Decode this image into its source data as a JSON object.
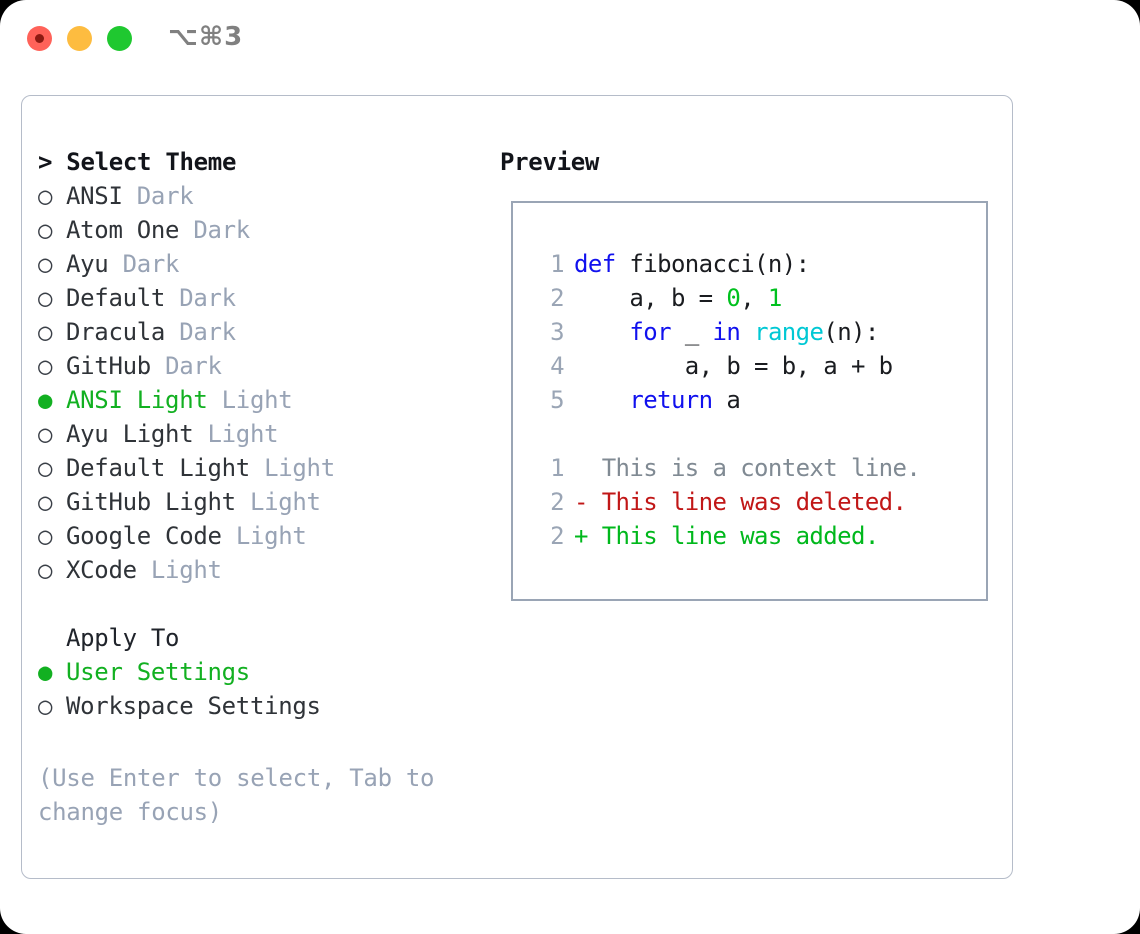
{
  "titlebar": {
    "shortcut": "⌥⌘3",
    "buttons": {
      "close": "close",
      "minimize": "minimize",
      "maximize": "maximize"
    }
  },
  "theme_panel": {
    "header": "> Select Theme",
    "selected_bullet": "●",
    "unselected_bullet": "○",
    "items": [
      {
        "bullet": "○",
        "name": "ANSI",
        "kind": "Dark",
        "selected": false
      },
      {
        "bullet": "○",
        "name": "Atom One",
        "kind": "Dark",
        "selected": false
      },
      {
        "bullet": "○",
        "name": "Ayu",
        "kind": "Dark",
        "selected": false
      },
      {
        "bullet": "○",
        "name": "Default",
        "kind": "Dark",
        "selected": false
      },
      {
        "bullet": "○",
        "name": "Dracula",
        "kind": "Dark",
        "selected": false
      },
      {
        "bullet": "○",
        "name": "GitHub",
        "kind": "Dark",
        "selected": false
      },
      {
        "bullet": "●",
        "name": "ANSI Light",
        "kind": "Light",
        "selected": true
      },
      {
        "bullet": "○",
        "name": "Ayu Light",
        "kind": "Light",
        "selected": false
      },
      {
        "bullet": "○",
        "name": "Default Light",
        "kind": "Light",
        "selected": false
      },
      {
        "bullet": "○",
        "name": "GitHub Light",
        "kind": "Light",
        "selected": false
      },
      {
        "bullet": "○",
        "name": "Google Code",
        "kind": "Light",
        "selected": false
      },
      {
        "bullet": "○",
        "name": "XCode",
        "kind": "Light",
        "selected": false
      }
    ]
  },
  "apply_to": {
    "title": "Apply To",
    "options": [
      {
        "bullet": "●",
        "label": "User Settings",
        "selected": true
      },
      {
        "bullet": "○",
        "label": "Workspace Settings",
        "selected": false
      }
    ]
  },
  "hint": "(Use Enter to select, Tab to change focus)",
  "preview": {
    "header": "Preview",
    "code_lines": [
      {
        "number": "1",
        "tokens": [
          {
            "text": "def ",
            "type": "kw"
          },
          {
            "text": "fibonacci(n):",
            "type": "plain"
          }
        ]
      },
      {
        "number": "2",
        "tokens": [
          {
            "text": "    a, b = ",
            "type": "plain"
          },
          {
            "text": "0",
            "type": "num"
          },
          {
            "text": ", ",
            "type": "plain"
          },
          {
            "text": "1",
            "type": "num"
          }
        ]
      },
      {
        "number": "3",
        "tokens": [
          {
            "text": "    ",
            "type": "plain"
          },
          {
            "text": "for",
            "type": "kw"
          },
          {
            "text": " _ ",
            "type": "plain"
          },
          {
            "text": "in",
            "type": "kw"
          },
          {
            "text": " ",
            "type": "plain"
          },
          {
            "text": "range",
            "type": "fn"
          },
          {
            "text": "(n):",
            "type": "plain"
          }
        ]
      },
      {
        "number": "4",
        "tokens": [
          {
            "text": "        a, b = b, a + b",
            "type": "plain"
          }
        ]
      },
      {
        "number": "5",
        "tokens": [
          {
            "text": "    ",
            "type": "plain"
          },
          {
            "text": "return",
            "type": "kw"
          },
          {
            "text": " a",
            "type": "plain"
          }
        ]
      }
    ],
    "diff_lines": [
      {
        "number": "1",
        "marker": " ",
        "text": "  This is a context line.",
        "type": "ctx"
      },
      {
        "number": "2",
        "marker": "-",
        "text": "- This line was deleted.",
        "type": "del"
      },
      {
        "number": "2",
        "marker": "+",
        "text": "+ This line was added.",
        "type": "add"
      }
    ]
  },
  "colors": {
    "accent_green": "#12b021",
    "muted_gray": "#98a3b5",
    "keyword_blue": "#1111ee",
    "function_cyan": "#00c8d4",
    "number_green": "#00c11e",
    "diff_added": "#00b81c",
    "diff_deleted": "#c11717",
    "border": "#9aa5b5",
    "traffic_close": "#ff6259",
    "traffic_min": "#fdbc40",
    "traffic_max": "#1fc830"
  }
}
